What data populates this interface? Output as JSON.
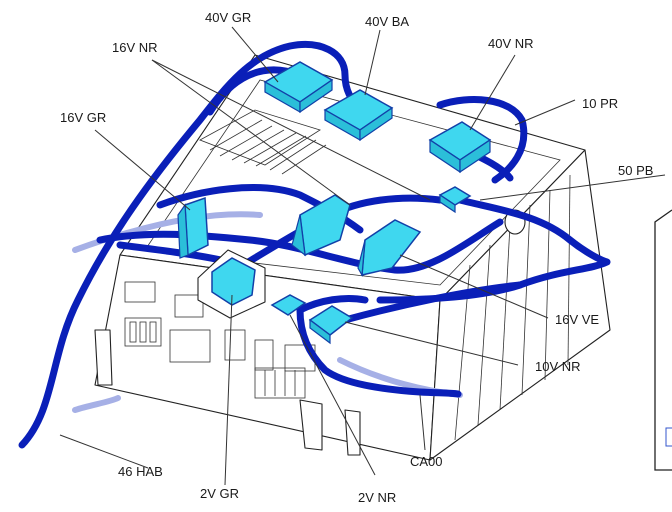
{
  "labels": {
    "v40_gr": "40V GR",
    "v40_ba": "40V BA",
    "v40_nr": "40V NR",
    "v16_nr": "16V NR",
    "v16_gr": "16V GR",
    "pr10": "10 PR",
    "pb50": "50 PB",
    "v16_ve": "16V VE",
    "v10_nr": "10V NR",
    "hab46": "46 HAB",
    "ca00": "CA00",
    "v2_gr": "2V GR",
    "v2_nr": "2V NR"
  },
  "colors": {
    "cable": "#0a1fb8",
    "connector": "#3fd7ef",
    "connector_edge": "#1240a8"
  }
}
